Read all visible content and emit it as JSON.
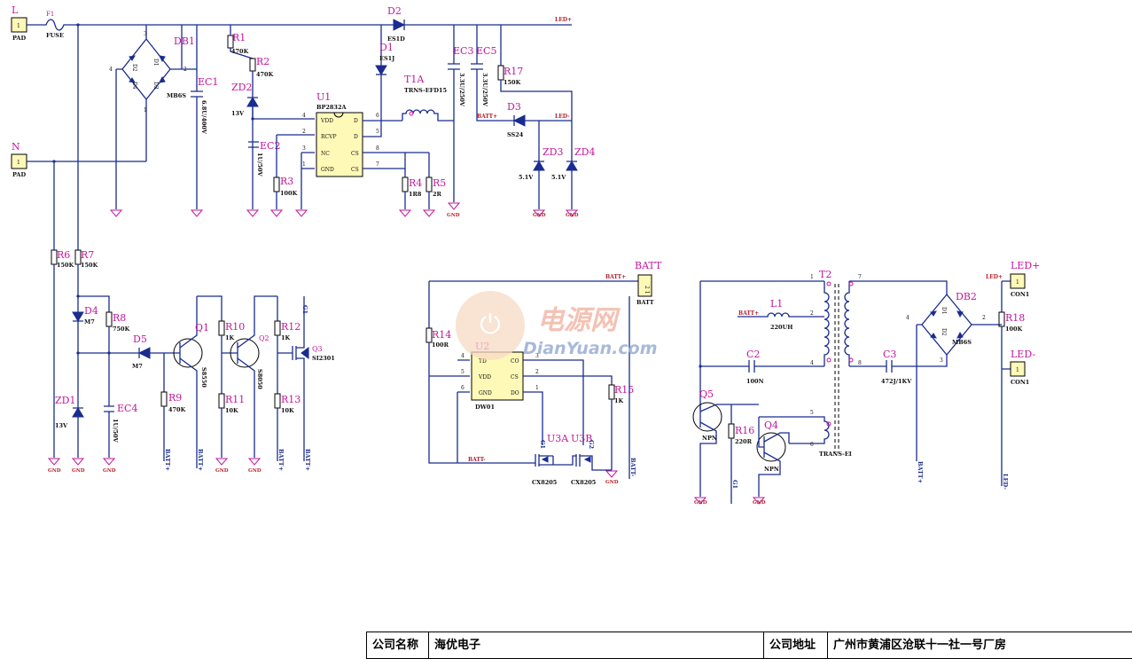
{
  "title_block": {
    "company_name_label": "公司名称",
    "company_name": "海优电子",
    "company_address_label": "公司地址",
    "company_address": "广州市黄浦区沧联十一社一号厂房"
  },
  "watermark": {
    "cn": "电源网",
    "en": "DianYuan.com"
  },
  "ports": {
    "L": {
      "ref": "L",
      "pin": "1",
      "value": "PAD"
    },
    "N": {
      "ref": "N",
      "pin": "1",
      "value": "PAD"
    },
    "BATT": {
      "ref": "BATT",
      "pin": "2 1",
      "value": "BATT"
    },
    "LEDP": {
      "ref": "LED+",
      "pin": "1",
      "value": "CON1"
    },
    "LEDN": {
      "ref": "LED-",
      "pin": "1",
      "value": "CON1"
    }
  },
  "fuse": {
    "ref": "F1",
    "value": "FUSE"
  },
  "bridges": {
    "DB1": {
      "ref": "DB1",
      "value": "MB6S",
      "diodes": [
        "D2",
        "D1",
        "D4",
        "D3"
      ],
      "pins": [
        "3",
        "4",
        "2",
        "1"
      ]
    },
    "DB2": {
      "ref": "DB2",
      "value": "MB6S",
      "diodes": [
        "D1",
        "D2"
      ],
      "pins": [
        "4",
        "2",
        "3"
      ]
    }
  },
  "resistors": [
    {
      "ref": "R1",
      "value": "470K"
    },
    {
      "ref": "R2",
      "value": "470K"
    },
    {
      "ref": "R3",
      "value": "100K"
    },
    {
      "ref": "R4",
      "value": "1R8"
    },
    {
      "ref": "R5",
      "value": "2R"
    },
    {
      "ref": "R6",
      "value": "150K"
    },
    {
      "ref": "R7",
      "value": "150K"
    },
    {
      "ref": "R8",
      "value": "750K"
    },
    {
      "ref": "R9",
      "value": "470K"
    },
    {
      "ref": "R10",
      "value": "1K"
    },
    {
      "ref": "R11",
      "value": "10K"
    },
    {
      "ref": "R12",
      "value": "1K"
    },
    {
      "ref": "R13",
      "value": "10K"
    },
    {
      "ref": "R14",
      "value": "100R"
    },
    {
      "ref": "R15",
      "value": "1K"
    },
    {
      "ref": "R16",
      "value": "220R"
    },
    {
      "ref": "R17",
      "value": "150K"
    },
    {
      "ref": "R18",
      "value": "100K"
    }
  ],
  "capacitors": [
    {
      "ref": "EC1",
      "value": "6.8U/400V"
    },
    {
      "ref": "EC2",
      "value": "1U/50V"
    },
    {
      "ref": "EC3",
      "value": "3.3U/250V"
    },
    {
      "ref": "EC4",
      "value": "1U/50V"
    },
    {
      "ref": "EC5",
      "value": "3.3U/250V"
    },
    {
      "ref": "C2",
      "value": "100N"
    },
    {
      "ref": "C3",
      "value": "472J/1KV"
    }
  ],
  "diodes": [
    {
      "ref": "D1",
      "value": "ES1J"
    },
    {
      "ref": "D2",
      "value": "ES1D"
    },
    {
      "ref": "D3",
      "value": "SS24"
    },
    {
      "ref": "D4",
      "value": "M7"
    },
    {
      "ref": "D5",
      "value": "M7"
    },
    {
      "ref": "ZD1",
      "value": "13V"
    },
    {
      "ref": "ZD2",
      "value": "13V"
    },
    {
      "ref": "ZD3",
      "value": "5.1V"
    },
    {
      "ref": "ZD4",
      "value": "5.1V"
    }
  ],
  "transistors": [
    {
      "ref": "Q1",
      "value": "S8550"
    },
    {
      "ref": "Q2",
      "value": "S8050"
    },
    {
      "ref": "Q3",
      "value": "SI2301"
    },
    {
      "ref": "Q4",
      "value": "NPN"
    },
    {
      "ref": "Q5",
      "value": "NPN"
    },
    {
      "ref": "U3A",
      "value": "CX8205"
    },
    {
      "ref": "U3B",
      "value": "CX8205"
    }
  ],
  "inductors": [
    {
      "ref": "T1A",
      "value": "TRNS-EFD15"
    },
    {
      "ref": "L1",
      "value": "220UH"
    },
    {
      "ref": "T2",
      "value": "TRANS-EI"
    }
  ],
  "ics": {
    "U1": {
      "ref": "U1",
      "value": "BP2832A",
      "left_pins": [
        {
          "num": "4",
          "name": "VDD"
        },
        {
          "num": "2",
          "name": "RCVP"
        },
        {
          "num": "3",
          "name": "NC"
        },
        {
          "num": "1",
          "name": "GND"
        }
      ],
      "right_pins": [
        {
          "num": "6",
          "name": "D"
        },
        {
          "num": "5",
          "name": "D"
        },
        {
          "num": "8",
          "name": "CS"
        },
        {
          "num": "7",
          "name": "CS"
        }
      ]
    },
    "U2": {
      "ref": "U2",
      "value": "DW01",
      "left_pins": [
        {
          "num": "4",
          "name": "TD"
        },
        {
          "num": "5",
          "name": "VDD"
        },
        {
          "num": "6",
          "name": "GND"
        }
      ],
      "right_pins": [
        {
          "num": "3",
          "name": "CO"
        },
        {
          "num": "2",
          "name": "CS"
        },
        {
          "num": "1",
          "name": "DO"
        }
      ]
    }
  },
  "nets": {
    "led_plus": "LED+",
    "led_minus": "LED-",
    "batt_plus": "BATT+",
    "batt_minus": "BATT-",
    "gnd": "GND",
    "g1": "G1",
    "g2": "G2"
  },
  "pin_numbers": {
    "t2": [
      "1",
      "2",
      "4",
      "5",
      "6",
      "7",
      "8"
    ],
    "misc": [
      "1",
      "2",
      "3",
      "4",
      "5",
      "6",
      "7",
      "8"
    ]
  }
}
